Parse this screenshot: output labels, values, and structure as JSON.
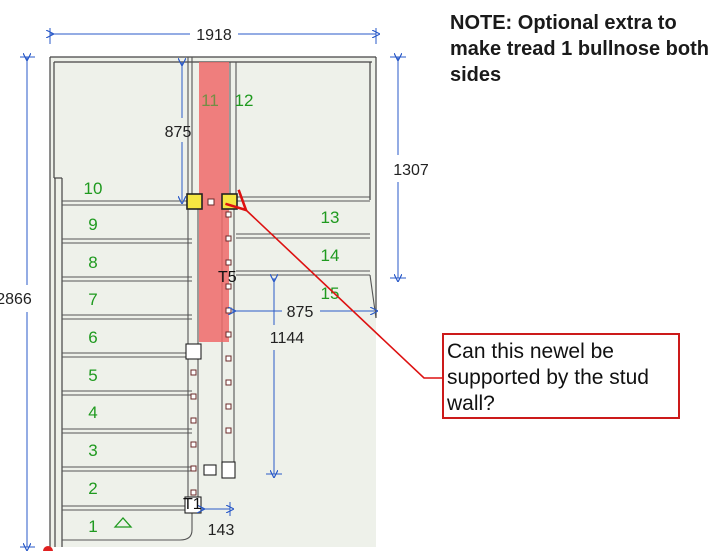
{
  "note": "NOTE: Optional extra to make tread 1 bullnose both sides",
  "callout": "Can this newel be supported by the stud wall?",
  "dimensions": {
    "overall_width": "1918",
    "overall_height": "2866",
    "landing_depth": "875",
    "right_flight_height": "1307",
    "right_flight_width": "875",
    "right_flight_offset": "1144",
    "newel_gap": "143"
  },
  "labels": {
    "top_marker": "T5",
    "bottom_marker": "T1"
  },
  "left_steps": [
    "1",
    "2",
    "3",
    "4",
    "5",
    "6",
    "7",
    "8",
    "9",
    "10"
  ],
  "top_steps": [
    "11",
    "12"
  ],
  "right_steps": [
    "13",
    "14",
    "15"
  ],
  "colors": {
    "highlight": "#ee6a6a",
    "step_text": "#1f9a1f",
    "dim_line": "#2a5ac8",
    "newel": "#f5e642",
    "callout_border": "#cc1a1a"
  }
}
